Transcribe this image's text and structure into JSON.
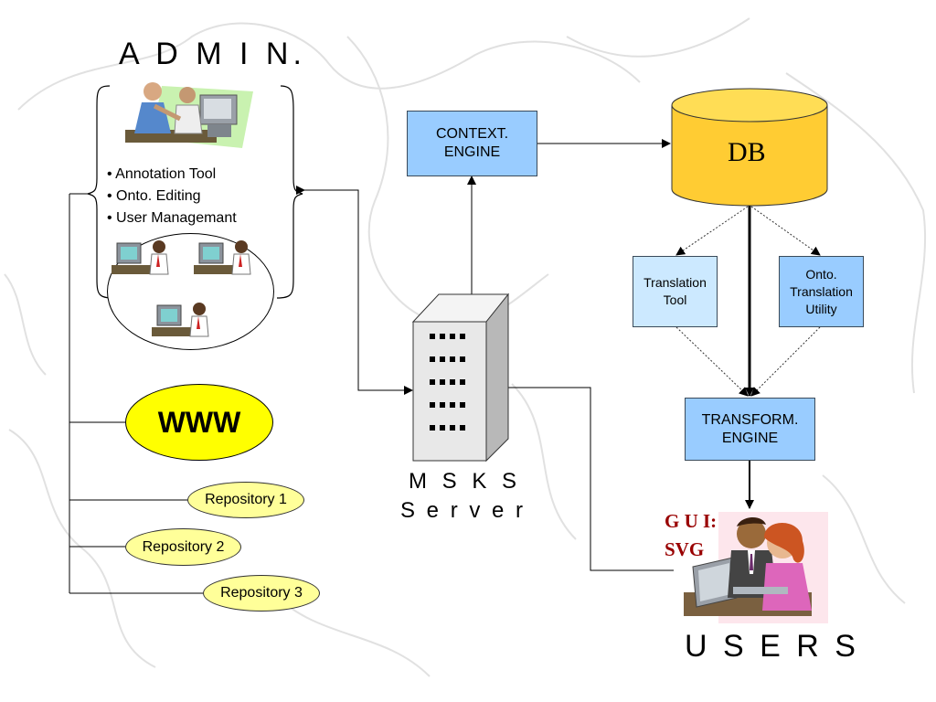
{
  "admin": {
    "title": "A D M I N.",
    "features": [
      "Annotation Tool",
      "Onto. Editing",
      "User Managemant"
    ]
  },
  "www_label": "WWW",
  "repositories": [
    "Repository 1",
    "Repository 2",
    "Repository 3"
  ],
  "context_engine": [
    "CONTEXT.",
    "ENGINE"
  ],
  "db_label": "DB",
  "translation_tool": [
    "Translation",
    "Tool"
  ],
  "onto_translation_utility": [
    "Onto.",
    "Translation",
    "Utility"
  ],
  "transform_engine": [
    "TRANSFORM.",
    "ENGINE"
  ],
  "server": {
    "line1": "M S K S",
    "line2": "S e r v e r"
  },
  "gui": {
    "line1": "G U I:",
    "line2": "SVG"
  },
  "users_label": "U S E R S",
  "colors": {
    "engine_box": "#99ccff",
    "light_box": "#cce9ff",
    "db": "#ffcc33",
    "www": "#ffff00",
    "repository": "#ffff99",
    "gui_text": "#990000"
  }
}
